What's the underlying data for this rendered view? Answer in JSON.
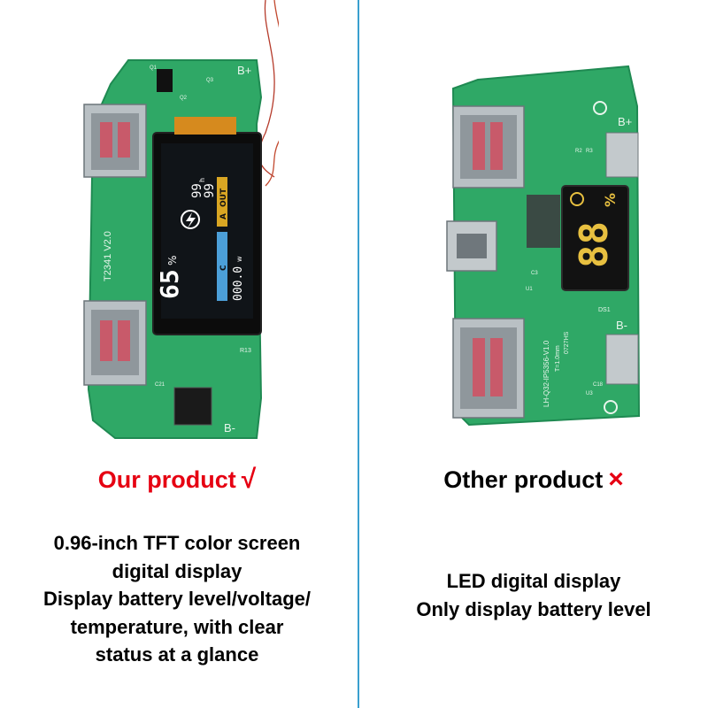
{
  "colors": {
    "accent_red": "#e60012",
    "divider": "#3a9fcf",
    "pcb_green": "#2fa866",
    "pcb_green_dark": "#1f8a52"
  },
  "left": {
    "board": {
      "silkscreen": [
        "B+",
        "B-",
        "Q1",
        "Q2",
        "Q3",
        "R13",
        "C21",
        "T2341 V2.0"
      ],
      "screen": {
        "percent": "65",
        "percent_unit": "%",
        "top_value_1": "99",
        "top_value_2": "99",
        "top_unit": "h",
        "out_label_a": "A",
        "out_label": "OUT",
        "c_label": "C",
        "bottom_value": "000.0",
        "bottom_unit": "w"
      }
    },
    "heading": "Our product",
    "heading_mark": "√",
    "description": [
      "0.96-inch TFT color screen",
      "digital display",
      "Display battery level/voltage/",
      "temperature, with clear",
      "status at a glance"
    ]
  },
  "right": {
    "board": {
      "silkscreen": [
        "B+",
        "B-",
        "R2",
        "R3",
        "C3",
        "U1",
        "U3",
        "C18",
        "DS1",
        "LH-Q32-IP5356-V1.0",
        "T=1.0mm",
        "0727HS"
      ],
      "led_value": "88",
      "led_unit": "%"
    },
    "heading": "Other product",
    "heading_mark": "×",
    "description": [
      "LED digital display",
      "Only display battery level"
    ]
  }
}
